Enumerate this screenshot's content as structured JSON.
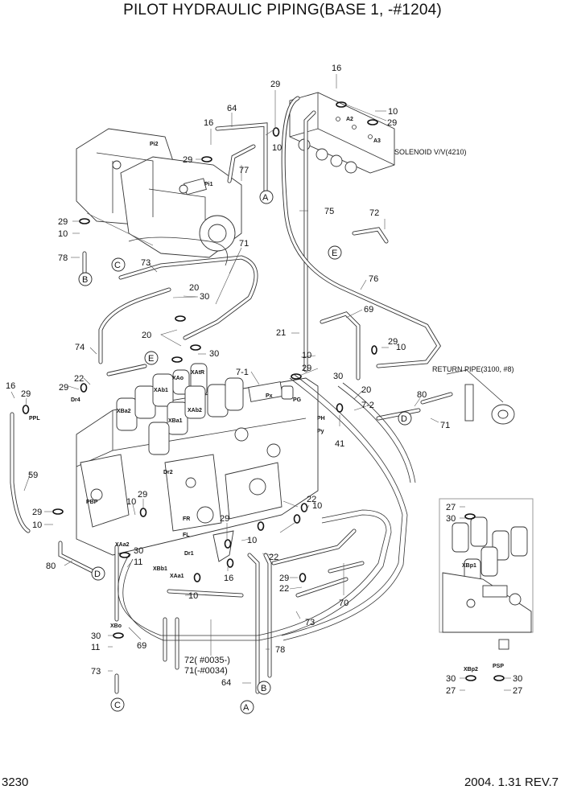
{
  "title": "PILOT HYDRAULIC PIPING(BASE 1, -#1204)",
  "footer": {
    "page_number": "3230",
    "revision": "2004. 1.31  REV.7"
  },
  "notes": {
    "solenoid": "SOLENOID V/V(4210)",
    "return_pipe": "RETURN PIPE(3100, #8)",
    "serial_72": "72( #0035-)",
    "serial_71": "71(-#0034)"
  },
  "connectors": [
    "A",
    "B",
    "C",
    "D",
    "E"
  ],
  "callouts": [
    {
      "id": "c1",
      "text": "16"
    },
    {
      "id": "c2",
      "text": "29"
    },
    {
      "id": "c3",
      "text": "10"
    },
    {
      "id": "c4",
      "text": "29"
    },
    {
      "id": "c5",
      "text": "64"
    },
    {
      "id": "c6",
      "text": "16"
    },
    {
      "id": "c7",
      "text": "10"
    },
    {
      "id": "c8",
      "text": "29"
    },
    {
      "id": "c9",
      "text": "77"
    },
    {
      "id": "c10",
      "text": "75"
    },
    {
      "id": "c11",
      "text": "72"
    },
    {
      "id": "c12",
      "text": "76"
    },
    {
      "id": "c13",
      "text": "29"
    },
    {
      "id": "c14",
      "text": "10"
    },
    {
      "id": "c15",
      "text": "78"
    },
    {
      "id": "c16",
      "text": "71"
    },
    {
      "id": "c17",
      "text": "73"
    },
    {
      "id": "c18",
      "text": "20"
    },
    {
      "id": "c19",
      "text": "30"
    },
    {
      "id": "c20",
      "text": "20"
    },
    {
      "id": "c21",
      "text": "30"
    },
    {
      "id": "c22",
      "text": "74"
    },
    {
      "id": "c23",
      "text": "69"
    },
    {
      "id": "c24",
      "text": "21"
    },
    {
      "id": "c25",
      "text": "10"
    },
    {
      "id": "c26",
      "text": "29"
    },
    {
      "id": "c27",
      "text": "30"
    },
    {
      "id": "c28",
      "text": "29"
    },
    {
      "id": "c29",
      "text": "10"
    },
    {
      "id": "c30",
      "text": "7-1"
    },
    {
      "id": "c31",
      "text": "20"
    },
    {
      "id": "c32",
      "text": "7-2"
    },
    {
      "id": "c33",
      "text": "41"
    },
    {
      "id": "c34",
      "text": "80"
    },
    {
      "id": "c35",
      "text": "71"
    },
    {
      "id": "c36",
      "text": "16"
    },
    {
      "id": "c37",
      "text": "29"
    },
    {
      "id": "c38",
      "text": "22"
    },
    {
      "id": "c39",
      "text": "29"
    },
    {
      "id": "c40",
      "text": "59"
    },
    {
      "id": "c41",
      "text": "29"
    },
    {
      "id": "c42",
      "text": "10"
    },
    {
      "id": "c43",
      "text": "10"
    },
    {
      "id": "c44",
      "text": "29"
    },
    {
      "id": "c45",
      "text": "80"
    },
    {
      "id": "c46",
      "text": "30"
    },
    {
      "id": "c47",
      "text": "11"
    },
    {
      "id": "c48",
      "text": "10"
    },
    {
      "id": "c49",
      "text": "29"
    },
    {
      "id": "c50",
      "text": "22"
    },
    {
      "id": "c51",
      "text": "10"
    },
    {
      "id": "c52",
      "text": "22"
    },
    {
      "id": "c53",
      "text": "10"
    },
    {
      "id": "c54",
      "text": "16"
    },
    {
      "id": "c55",
      "text": "29"
    },
    {
      "id": "c56",
      "text": "22"
    },
    {
      "id": "c57",
      "text": "70"
    },
    {
      "id": "c58",
      "text": "73"
    },
    {
      "id": "c59",
      "text": "30"
    },
    {
      "id": "c60",
      "text": "11"
    },
    {
      "id": "c61",
      "text": "69"
    },
    {
      "id": "c62",
      "text": "73"
    },
    {
      "id": "c63",
      "text": "78"
    },
    {
      "id": "c64",
      "text": "64"
    },
    {
      "id": "c65",
      "text": "27"
    },
    {
      "id": "c66",
      "text": "30"
    },
    {
      "id": "c67",
      "text": "30"
    },
    {
      "id": "c68",
      "text": "27"
    },
    {
      "id": "c69",
      "text": "30"
    },
    {
      "id": "c70",
      "text": "27"
    }
  ],
  "port_labels": {
    "pi2": "Pi2",
    "pi1": "Pi1",
    "xba2": "XBa2",
    "xab1": "XAb1",
    "xao": "XAo",
    "xatr": "XAtR",
    "xba1": "XBa1",
    "xab2": "XAb2",
    "px": "Px",
    "pg": "PG",
    "ph": "PH",
    "py": "Py",
    "pbp": "PBP",
    "xaa2": "XAa2",
    "xbb1": "XBb1",
    "xaa1": "XAa1",
    "xbo": "XBo",
    "fr": "FR",
    "fl": "FL",
    "dr1": "Dr1",
    "dr2": "Dr2",
    "dr4": "Dr4",
    "ppl": "PPL",
    "xbp1": "XBp1",
    "xbp2": "XBp2",
    "psp": "PSP",
    "a2": "A2",
    "a3": "A3"
  }
}
